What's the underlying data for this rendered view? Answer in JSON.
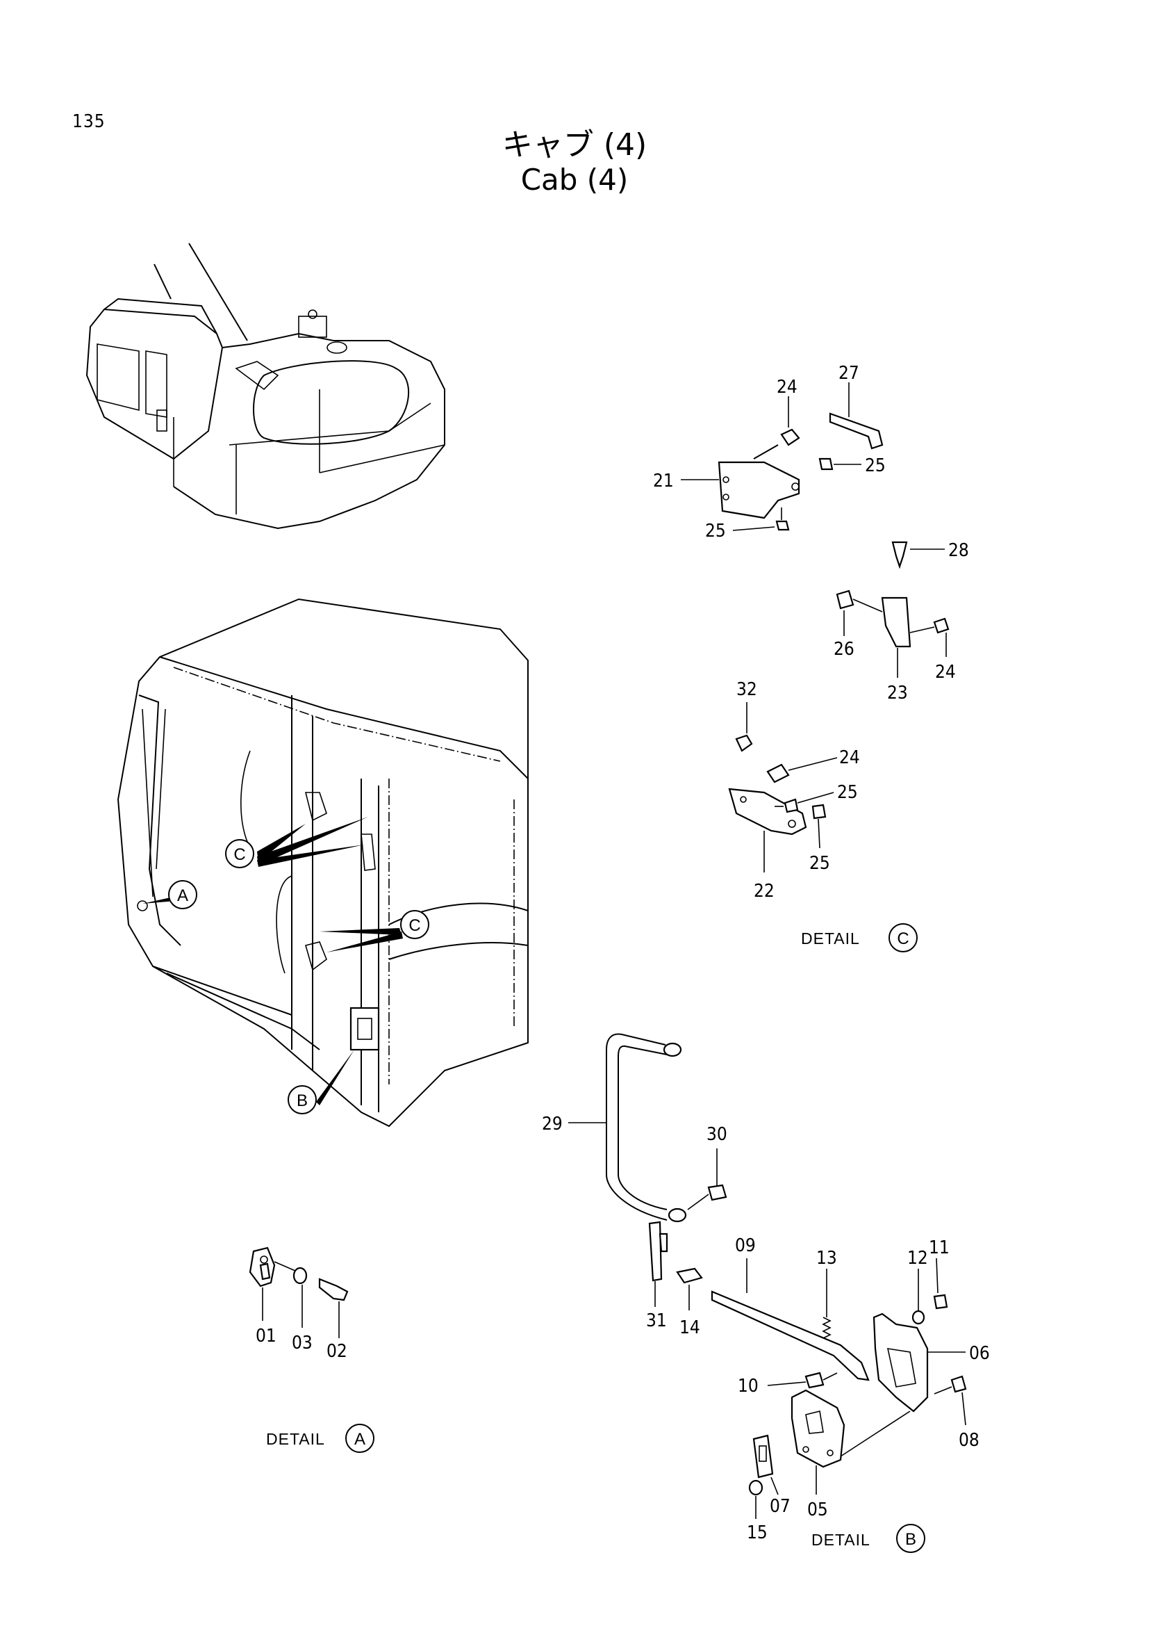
{
  "page_number": "135",
  "title_japanese": "キャブ (4)",
  "title_english": "Cab (4)",
  "callouts": {
    "A": "A",
    "B": "B",
    "C": "C"
  },
  "details": [
    {
      "label": "DETAIL",
      "letter": "C"
    },
    {
      "label": "DETAIL",
      "letter": "A"
    },
    {
      "label": "DETAIL",
      "letter": "B"
    }
  ],
  "detail_c_parts": [
    "24",
    "27",
    "21",
    "25",
    "25",
    "28",
    "26",
    "24",
    "23",
    "32",
    "24",
    "25",
    "25",
    "22"
  ],
  "detail_a_parts": [
    "01",
    "03",
    "02"
  ],
  "detail_b_parts": [
    "29",
    "30",
    "09",
    "13",
    "12",
    "11",
    "31",
    "14",
    "06",
    "10",
    "08",
    "07",
    "05",
    "15"
  ]
}
